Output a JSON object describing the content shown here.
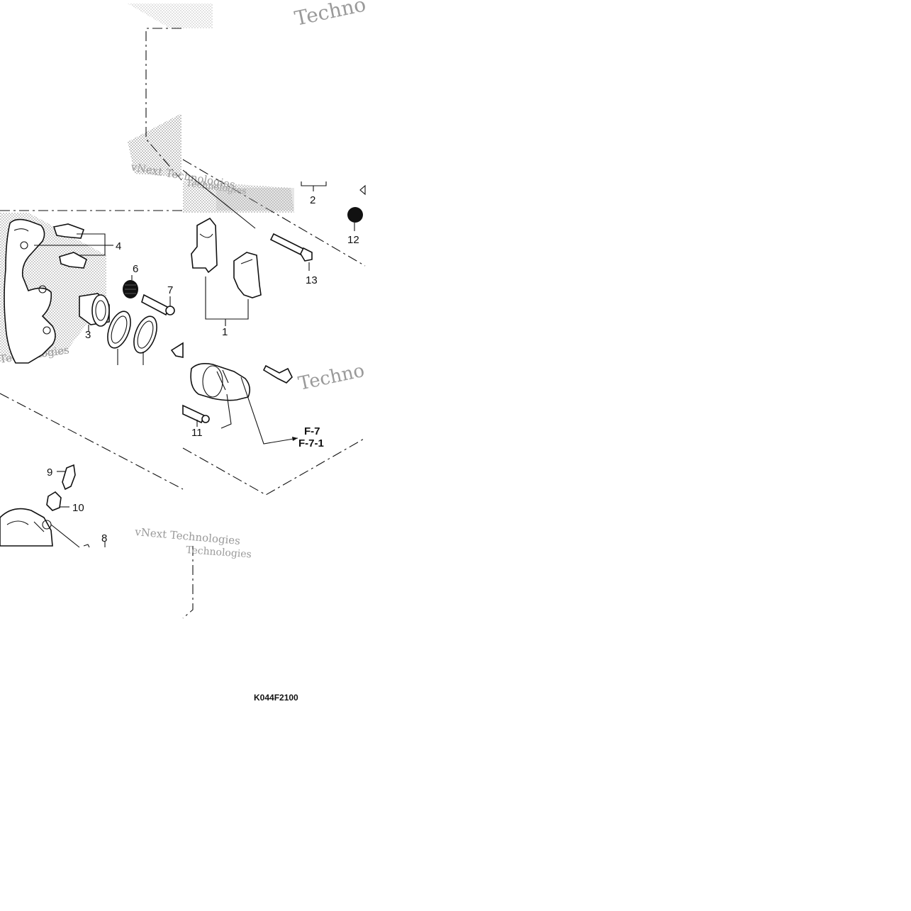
{
  "diagram": {
    "callouts": {
      "c1": "1",
      "c2": "2",
      "c3": "3",
      "c4": "4",
      "c6": "6",
      "c7": "7",
      "c8": "8",
      "c9": "9",
      "c10": "10",
      "c11": "11",
      "c12": "12",
      "c13": "13"
    },
    "refs": {
      "ref1": "F-7",
      "ref2": "F-7-1"
    },
    "diagram_code": "K044F2100",
    "watermarks": {
      "vnext": "vNext Technologies",
      "techno": "Techno",
      "technologies": "Technologies"
    }
  }
}
